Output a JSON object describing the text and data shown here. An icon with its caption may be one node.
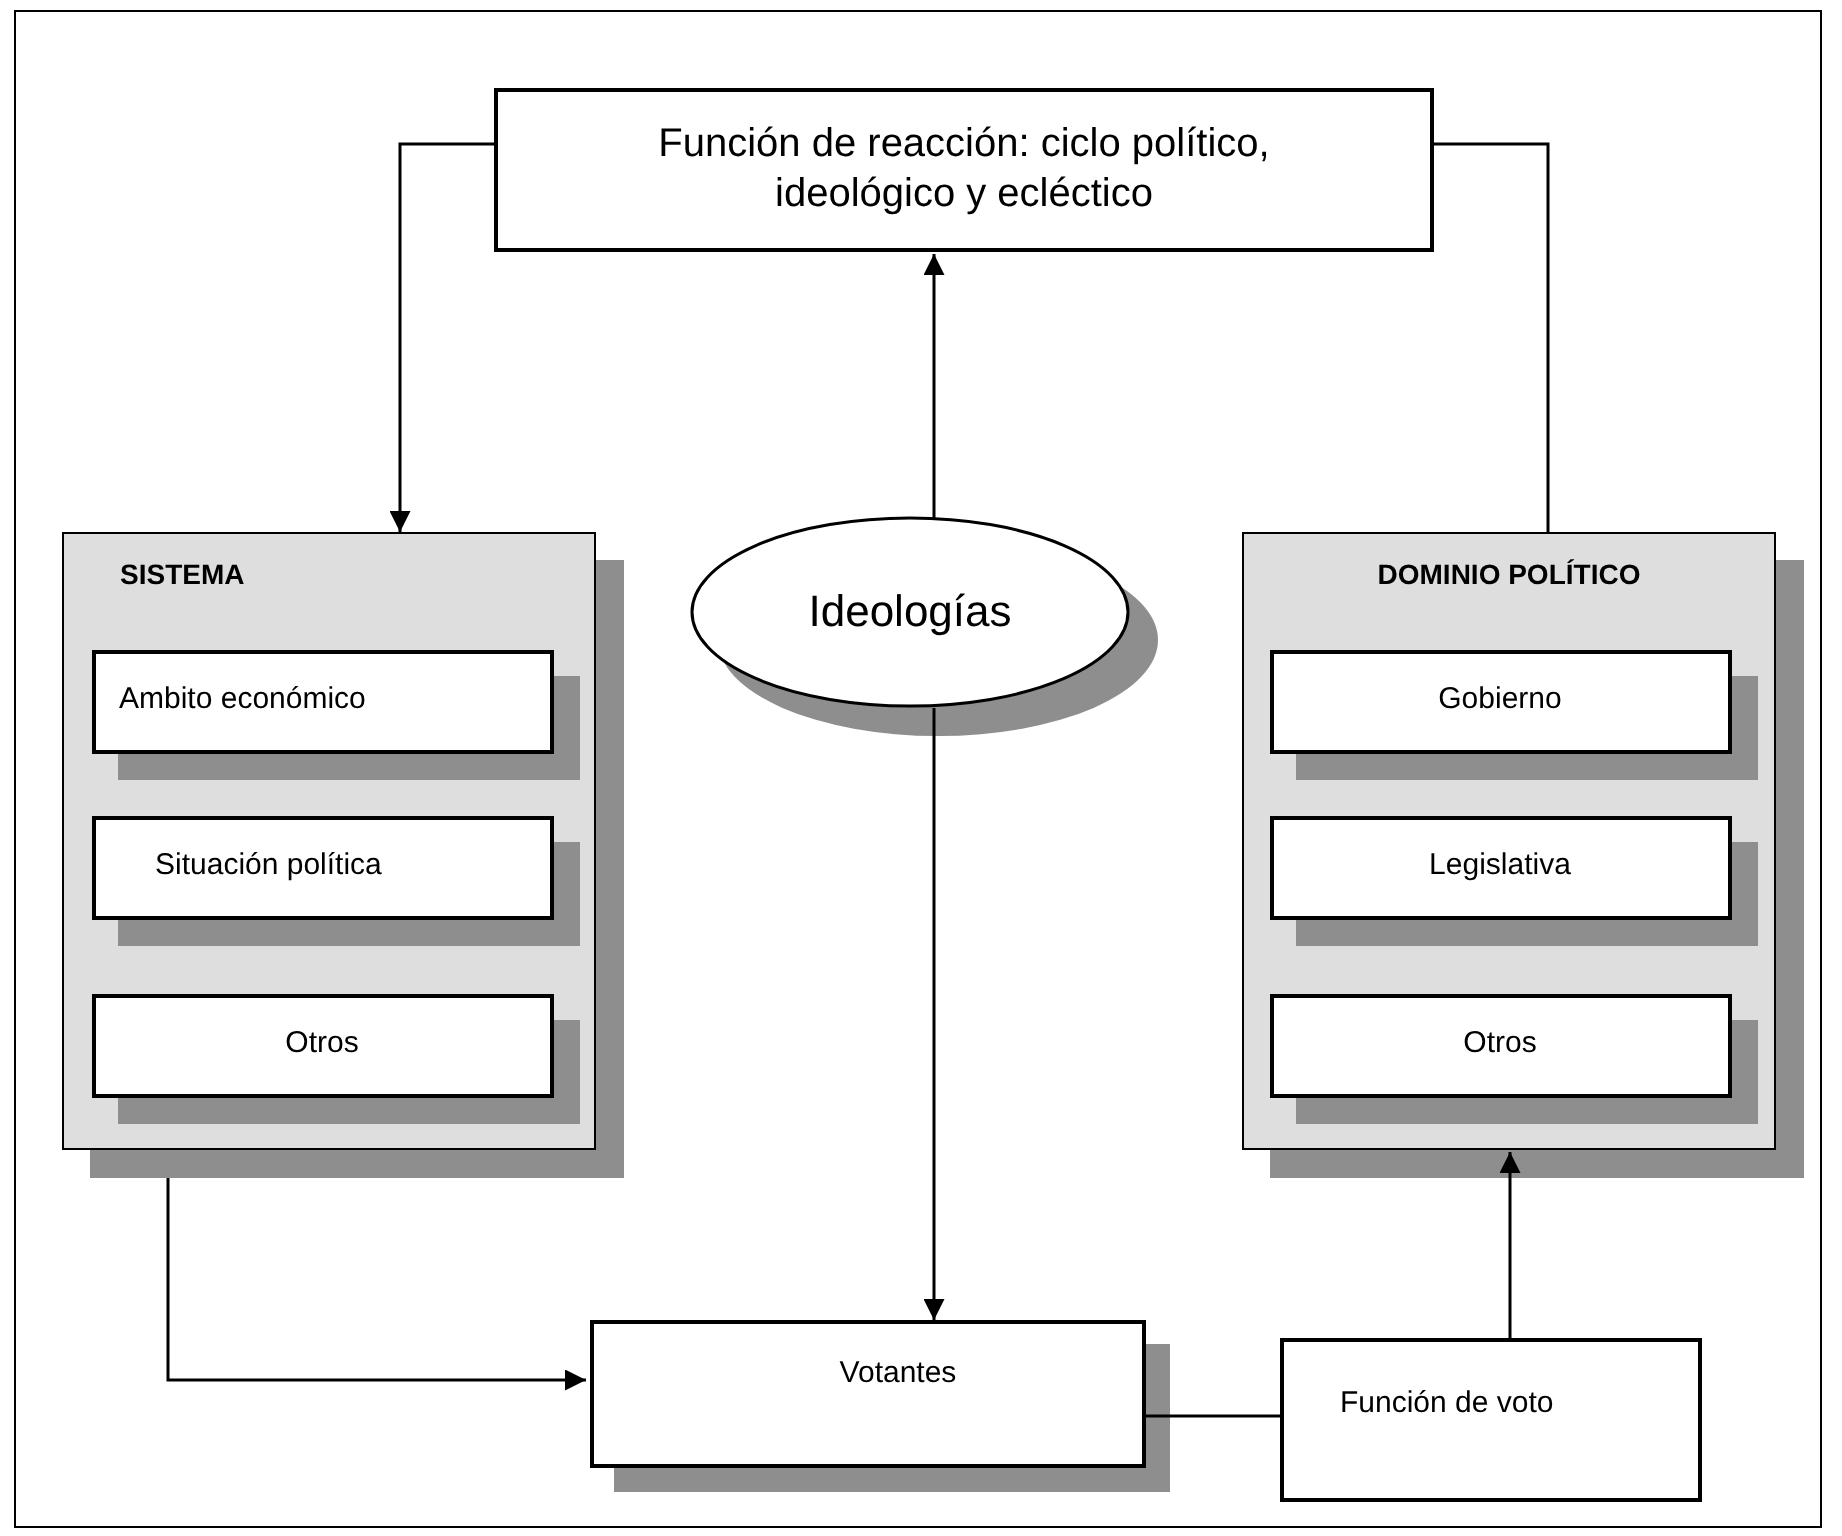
{
  "diagram": {
    "nodes": [
      {
        "text": [
          "Función de reacción: ciclo político, ideológico y ecléctico"
        ]
      },
      {
        "text": [
          "SISTEMA"
        ]
      },
      {
        "text": [
          "Ambito económico"
        ],
        "in": 1
      },
      {
        "text": [
          "Situación política"
        ],
        "in": 1
      },
      {
        "text": [
          "Otros"
        ],
        "in": 1
      },
      {
        "text": [
          "Ideologías"
        ]
      },
      {
        "text": [
          "DOMINIO POLÍTICO"
        ]
      },
      {
        "text": [
          "Gobierno"
        ],
        "in": 6
      },
      {
        "text": [
          "Legislativa"
        ],
        "in": 6
      },
      {
        "text": [
          "Otros"
        ],
        "in": 6
      },
      {
        "text": [
          "Votantes"
        ]
      },
      {
        "text": [
          "Función de voto"
        ]
      }
    ],
    "edges": [
      {
        "from": 0,
        "to": 1,
        "arrow": "to"
      },
      {
        "from": 6,
        "to": 0,
        "arrow": "none"
      },
      {
        "from": 5,
        "to": 0,
        "arrow": "to"
      },
      {
        "from": 5,
        "to": 10,
        "arrow": "to"
      },
      {
        "from": 1,
        "to": 10,
        "arrow": "to"
      },
      {
        "from": 10,
        "to": 11,
        "arrow": "none"
      },
      {
        "from": 11,
        "to": 6,
        "arrow": "to"
      }
    ]
  }
}
